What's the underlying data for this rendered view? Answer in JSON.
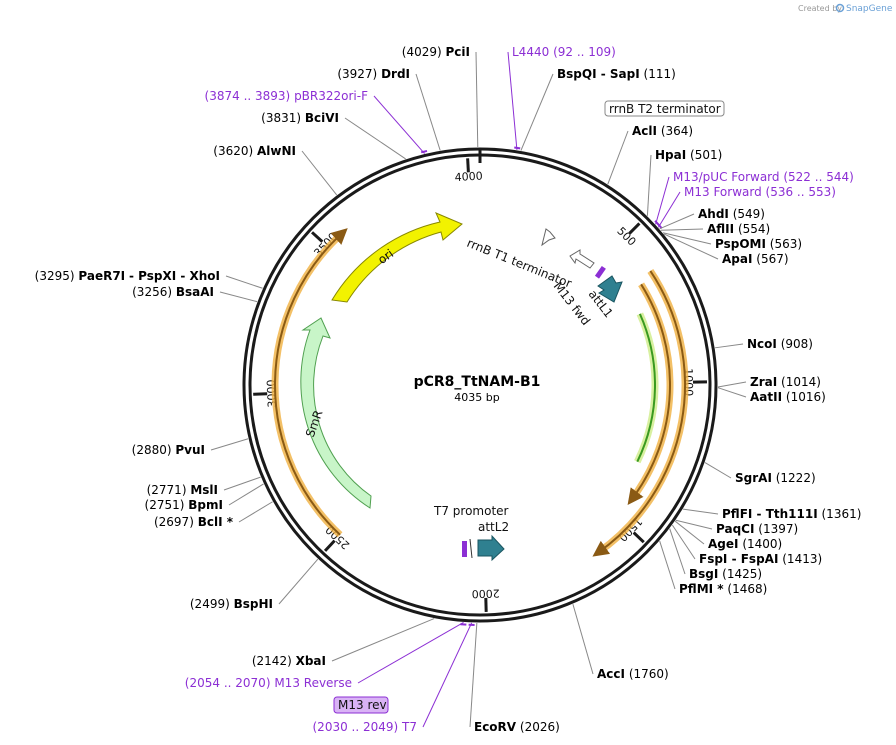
{
  "credit": {
    "created_by": "Created by",
    "brand": "SnapGene"
  },
  "plasmid": {
    "name": "pCR8_TtNAM-B1",
    "length_label": "4035 bp",
    "length": 4035
  },
  "colors": {
    "backbone": "#1a1a1a",
    "primer": "#8c2fd4",
    "ori": "#f2f200",
    "smr": "#c8f5c8",
    "attl": "#2f8090",
    "orf_outline": "#f0b040",
    "orf_fill": "#8a5a14",
    "orf_green": "#3a9a20",
    "attl_bar": "#8c2fd4"
  },
  "ticks": [
    {
      "bp": 500,
      "label": "500"
    },
    {
      "bp": 1000,
      "label": "1000"
    },
    {
      "bp": 1500,
      "label": "1500"
    },
    {
      "bp": 2000,
      "label": "2000"
    },
    {
      "bp": 2500,
      "label": "2500"
    },
    {
      "bp": 3000,
      "label": "3000"
    },
    {
      "bp": 3500,
      "label": "3500"
    },
    {
      "bp": 4000,
      "label": "4000"
    }
  ],
  "sites": [
    {
      "id": "pcii",
      "bp": 4029,
      "pos": "(4029)",
      "name": "PciI"
    },
    {
      "id": "drdi",
      "bp": 3927,
      "pos": "(3927)",
      "name": "DrdI"
    },
    {
      "id": "pbr322",
      "bp": 3884,
      "pos": "(3874 .. 3893)",
      "name": "pBR322ori-F",
      "primer": true
    },
    {
      "id": "bcivi",
      "bp": 3831,
      "pos": "(3831)",
      "name": "BciVI"
    },
    {
      "id": "alwni",
      "bp": 3620,
      "pos": "(3620)",
      "name": "AlwNI"
    },
    {
      "id": "paer7i",
      "bp": 3295,
      "pos": "(3295)",
      "name": "PaeR7I",
      "extra": "- PspXI - XhoI"
    },
    {
      "id": "bsaai",
      "bp": 3256,
      "pos": "(3256)",
      "name": "BsaAI"
    },
    {
      "id": "pvui",
      "bp": 2880,
      "pos": "(2880)",
      "name": "PvuI"
    },
    {
      "id": "msli",
      "bp": 2771,
      "pos": "(2771)",
      "name": "MslI"
    },
    {
      "id": "bpmi",
      "bp": 2751,
      "pos": "(2751)",
      "name": "BpmI"
    },
    {
      "id": "bcli",
      "bp": 2697,
      "pos": "(2697)",
      "name": "BclI *"
    },
    {
      "id": "bsphi",
      "bp": 2499,
      "pos": "(2499)",
      "name": "BspHI"
    },
    {
      "id": "xbai",
      "bp": 2142,
      "pos": "(2142)",
      "name": "XbaI"
    },
    {
      "id": "m13rev_primer",
      "bp": 2062,
      "pos": "(2054 .. 2070)",
      "name": "M13 Reverse",
      "primer": true
    },
    {
      "id": "t7",
      "bp": 2040,
      "pos": "(2030 .. 2049)",
      "name": "T7",
      "primer": true
    },
    {
      "id": "ecorv",
      "bp": 2026,
      "pos": "(2026)",
      "name": "EcoRV"
    },
    {
      "id": "acci",
      "bp": 1760,
      "pos": "(1760)",
      "name": "AccI"
    },
    {
      "id": "l4440",
      "bp": 100,
      "pos": "(92 .. 109)",
      "name": "L4440",
      "primer": true
    },
    {
      "id": "bspqi",
      "bp": 111,
      "pos": "(111)",
      "name": "BspQI - SapI"
    },
    {
      "id": "acli",
      "bp": 364,
      "pos": "(364)",
      "name": "AclI"
    },
    {
      "id": "hpai",
      "bp": 501,
      "pos": "(501)",
      "name": "HpaI"
    },
    {
      "id": "m13puc",
      "bp": 533,
      "pos": "(522 .. 544)",
      "name": "M13/pUC Forward",
      "primer": true
    },
    {
      "id": "m13fwd",
      "bp": 544,
      "pos": "(536 .. 553)",
      "name": "M13 Forward",
      "primer": true
    },
    {
      "id": "ahdi",
      "bp": 549,
      "pos": "(549)",
      "name": "AhdI"
    },
    {
      "id": "aflii",
      "bp": 554,
      "pos": "(554)",
      "name": "AflII"
    },
    {
      "id": "pspomi",
      "bp": 563,
      "pos": "(563)",
      "name": "PspOMI"
    },
    {
      "id": "apai",
      "bp": 567,
      "pos": "(567)",
      "name": "ApaI"
    },
    {
      "id": "ncoi",
      "bp": 908,
      "pos": "(908)",
      "name": "NcoI"
    },
    {
      "id": "zrai",
      "bp": 1014,
      "pos": "(1014)",
      "name": "ZraI"
    },
    {
      "id": "aatii",
      "bp": 1016,
      "pos": "(1016)",
      "name": "AatII"
    },
    {
      "id": "sgrai",
      "bp": 1222,
      "pos": "(1222)",
      "name": "SgrAI"
    },
    {
      "id": "pflfi",
      "bp": 1361,
      "pos": "(1361)",
      "name": "PflFI - Tth111I"
    },
    {
      "id": "paqci",
      "bp": 1397,
      "pos": "(1397)",
      "name": "PaqCI"
    },
    {
      "id": "agei",
      "bp": 1400,
      "pos": "(1400)",
      "name": "AgeI"
    },
    {
      "id": "fspi",
      "bp": 1413,
      "pos": "(1413)",
      "name": "FspI - FspAI"
    },
    {
      "id": "bsgi",
      "bp": 1425,
      "pos": "(1425)",
      "name": "BsgI"
    },
    {
      "id": "pflmi",
      "bp": 1468,
      "pos": "(1468)",
      "name": "PflMI *"
    }
  ],
  "features": {
    "ori": "ori",
    "smr": "SmR",
    "rrnb_t1": "rrnB T1 terminator",
    "rrnb_t2": "rrnB T2 terminator",
    "m13_fwd": "M13 fwd",
    "attl1": "attL1",
    "t7_promoter": "T7 promoter",
    "attl2": "attL2",
    "m13_rev_box": "M13 rev"
  }
}
